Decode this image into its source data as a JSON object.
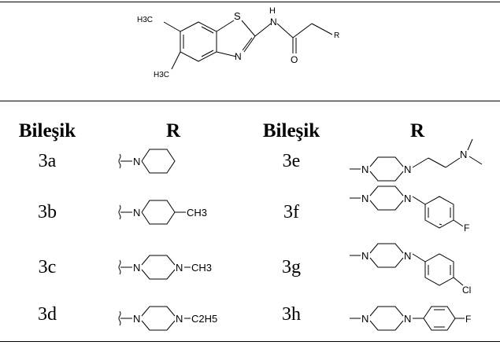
{
  "scaffold": {
    "ring_atoms": {
      "s": "S",
      "n": "N",
      "nh": "H",
      "nh_n": "N",
      "o": "O",
      "r": "R"
    },
    "methyl_top": "H3C",
    "methyl_bottom": "H3C"
  },
  "table": {
    "headers": [
      "Bileşik",
      "R",
      "Bileşik",
      "R"
    ],
    "rows": [
      {
        "left_compound": "3a",
        "left_r_atoms": [
          "N"
        ],
        "right_compound": "3e",
        "right_r_atoms": [
          "N",
          "N",
          "N"
        ]
      },
      {
        "left_compound": "3b",
        "left_r_atoms": [
          "N",
          "CH3"
        ],
        "right_compound": "3f",
        "right_r_atoms": [
          "N",
          "N",
          "F"
        ]
      },
      {
        "left_compound": "3c",
        "left_r_atoms": [
          "N",
          "N",
          "CH3"
        ],
        "right_compound": "3g",
        "right_r_atoms": [
          "N",
          "N",
          "Cl"
        ]
      },
      {
        "left_compound": "3d",
        "left_r_atoms": [
          "N",
          "N",
          "C2H5"
        ],
        "right_compound": "3h",
        "right_r_atoms": [
          "N",
          "N",
          "F"
        ]
      }
    ]
  }
}
